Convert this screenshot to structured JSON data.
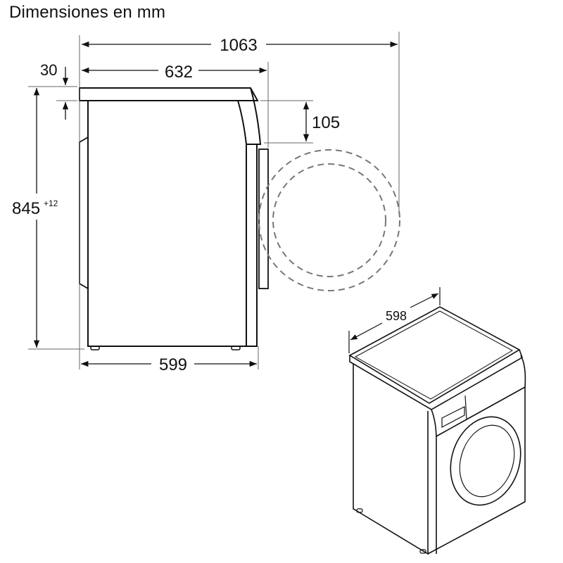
{
  "title": "Dimensiones en mm",
  "side_view": {
    "overall_depth": "1063",
    "body_depth": "632",
    "top_overhang": "30",
    "panel_height": "105",
    "height": "845",
    "height_tolerance": "+12",
    "width_base": "599"
  },
  "iso_view": {
    "width": "598"
  },
  "colors": {
    "line": "#111111",
    "dim_line": "#555555",
    "dashed": "#777777"
  }
}
